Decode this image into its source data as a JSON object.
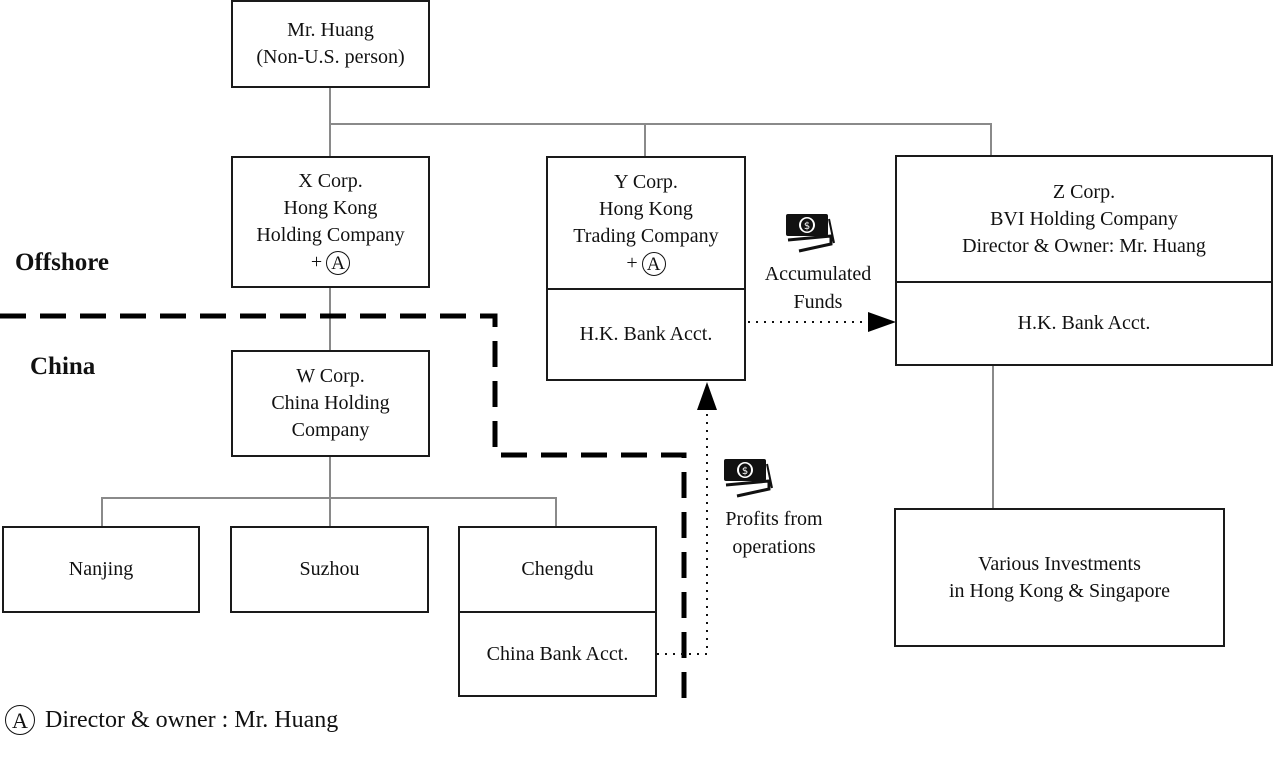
{
  "regions": {
    "offshore": "Offshore",
    "china": "China"
  },
  "boxes": {
    "huang": {
      "lines": "Mr. Huang\n(Non-U.S. person)"
    },
    "x_corp": {
      "lines": "X Corp.\nHong Kong\nHolding Company",
      "marker": "+"
    },
    "y_corp": {
      "lines": "Y Corp.\nHong Kong\nTrading Company",
      "marker": "+",
      "account": "H.K. Bank Acct."
    },
    "z_corp": {
      "lines": "Z Corp.\nBVI Holding Company\nDirector & Owner: Mr. Huang",
      "account": "H.K. Bank Acct."
    },
    "w_corp": {
      "lines": "W Corp.\nChina Holding\nCompany"
    },
    "nanjing": {
      "lines": "Nanjing"
    },
    "suzhou": {
      "lines": "Suzhou"
    },
    "chengdu": {
      "lines": "Chengdu",
      "account": "China Bank Acct."
    },
    "investments": {
      "lines": "Various Investments\nin Hong Kong & Singapore"
    }
  },
  "flows": {
    "accumulated": {
      "label": "Accumulated\nFunds",
      "icon": "money-icon"
    },
    "profits": {
      "label": "Profits from\noperations",
      "icon": "money-icon"
    }
  },
  "legend": {
    "symbol": "A",
    "text": "Director & owner : Mr. Huang"
  }
}
